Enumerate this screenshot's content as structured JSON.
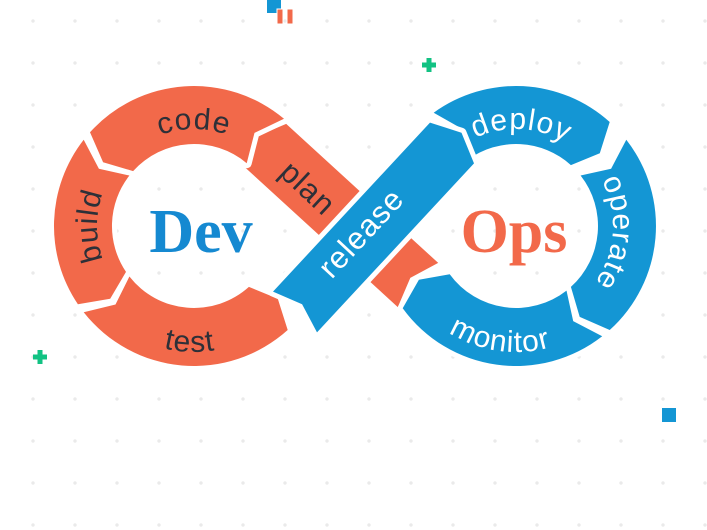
{
  "diagram": {
    "name": "DevOps infinity loop",
    "dev_loop": {
      "center_label": "Dev",
      "center_label_color": "#1589D1",
      "band_color": "#F2694A",
      "label_color": "#2E3038",
      "stages": {
        "plan": "plan",
        "code": "code",
        "build": "build",
        "test": "test"
      }
    },
    "ops_loop": {
      "center_label": "Ops",
      "center_label_color": "#F2694A",
      "band_color": "#1496D4",
      "label_color": "#FFFFFF",
      "stages": {
        "release": "release",
        "deploy": "deploy",
        "operate": "operate",
        "monitor": "monitor"
      }
    }
  },
  "decorations": {
    "accent_green": "#12C283",
    "accent_blue": "#1496D4",
    "accent_orange": "#F2694A",
    "dot_grid_color": "#EAEAEA"
  }
}
